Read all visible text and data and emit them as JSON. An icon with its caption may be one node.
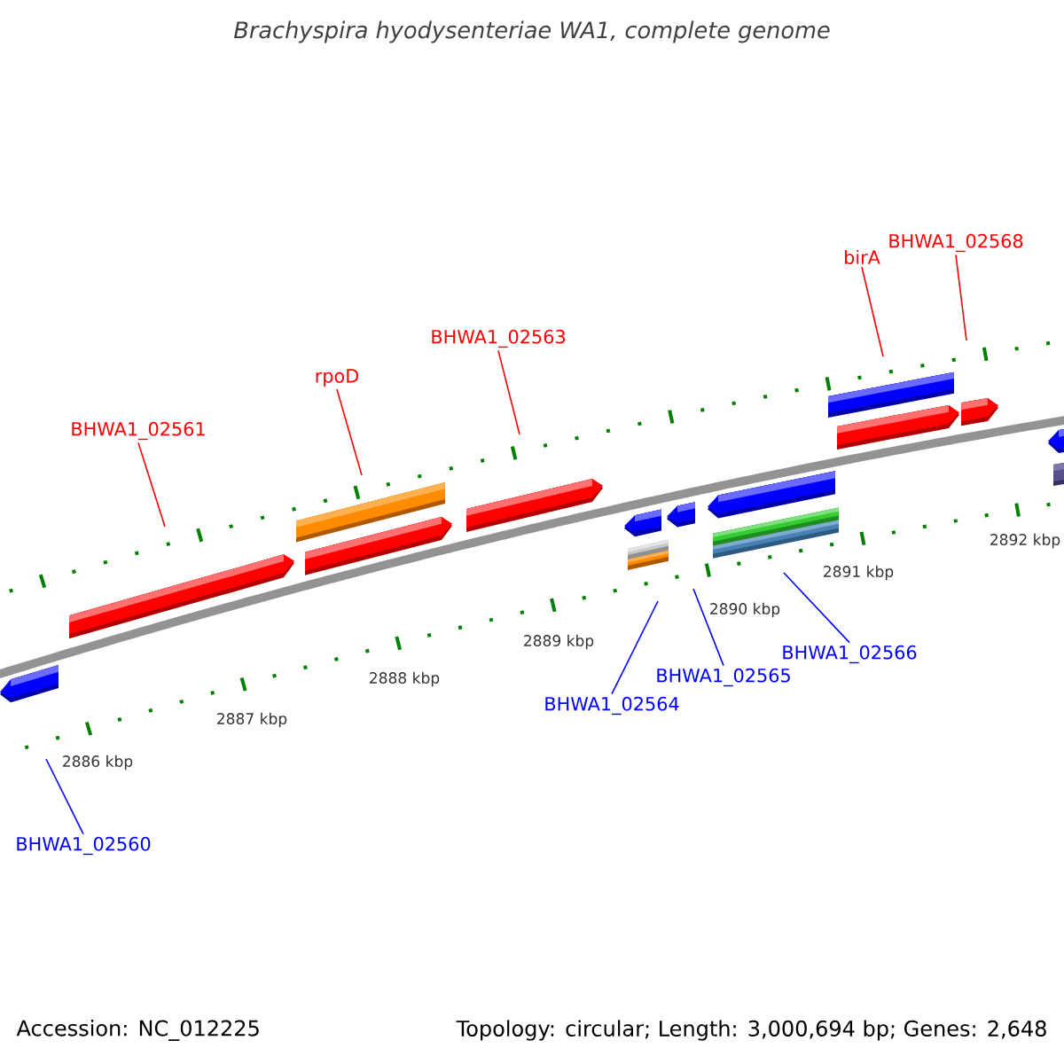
{
  "diagram": {
    "title": "Brachyspira hyodysenteriae WA1, complete genome",
    "nodes": [
      {
        "text": [
          "BHWA1_02561"
        ]
      },
      {
        "text": [
          "rpoD"
        ]
      },
      {
        "text": [
          "BHWA1_02563"
        ]
      },
      {
        "text": [
          "birA"
        ]
      },
      {
        "text": [
          "BHWA1_02568"
        ]
      },
      {
        "text": [
          "BHWA1_02560"
        ]
      },
      {
        "text": [
          "BHWA1_02564"
        ]
      },
      {
        "text": [
          "BHWA1_02565"
        ]
      },
      {
        "text": [
          "BHWA1_02566"
        ]
      }
    ],
    "edges": [
      {
        "from": 0,
        "to": null,
        "arrow": "none",
        "color": "#ff0000"
      },
      {
        "from": 1,
        "to": null,
        "arrow": "none",
        "color": "#ff0000"
      },
      {
        "from": 2,
        "to": null,
        "arrow": "none",
        "color": "#ff0000"
      },
      {
        "from": 3,
        "to": null,
        "arrow": "none",
        "color": "#ff0000"
      },
      {
        "from": 4,
        "to": null,
        "arrow": "none",
        "color": "#ff0000"
      },
      {
        "from": 5,
        "to": null,
        "arrow": "none",
        "color": "#0000ff"
      },
      {
        "from": 6,
        "to": null,
        "arrow": "none",
        "color": "#0000ff"
      },
      {
        "from": 7,
        "to": null,
        "arrow": "none",
        "color": "#0000ff"
      },
      {
        "from": 8,
        "to": null,
        "arrow": "none",
        "color": "#0000ff"
      }
    ],
    "labels": [
      "2886 kbp",
      "2887 kbp",
      "2888 kbp",
      "2889 kbp",
      "2890 kbp",
      "2891 kbp",
      "2892 kbp",
      "Accession: NC_012225",
      "Topology: circular; Length: 3,000,694 bp; Genes: 2,648"
    ]
  }
}
